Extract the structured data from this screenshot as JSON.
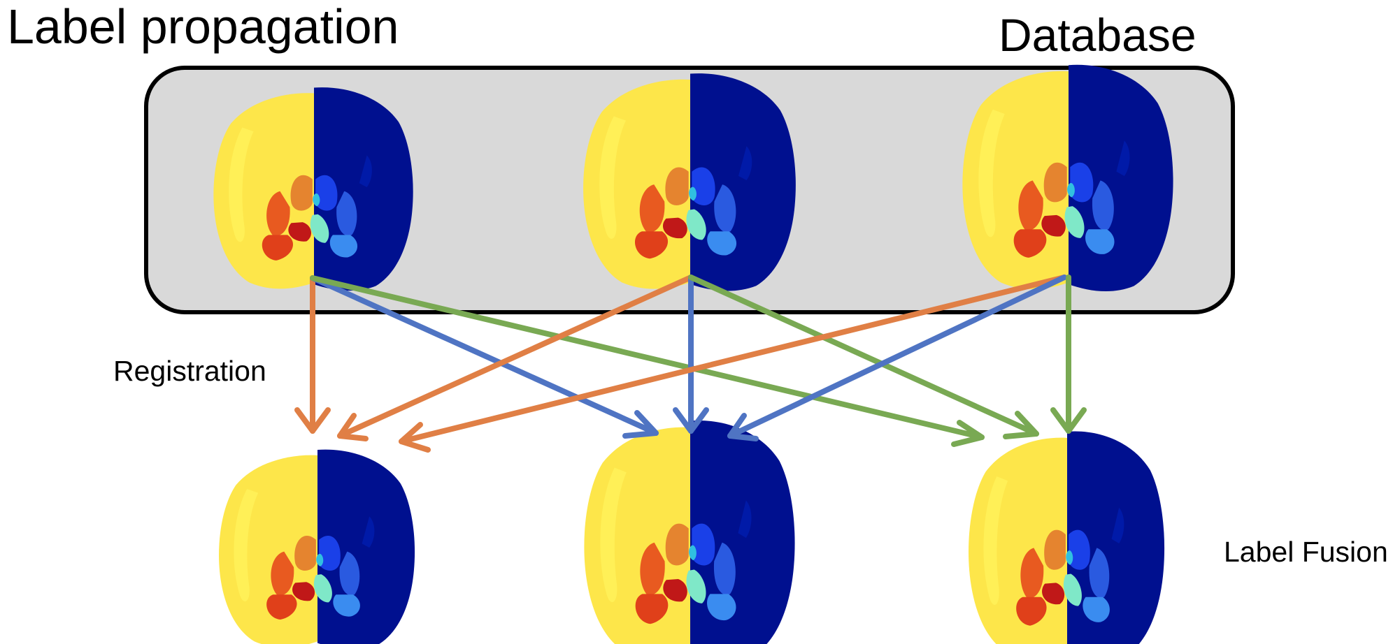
{
  "title": "Label propagation",
  "database_label": "Database",
  "registration_label": "Registration",
  "fusion_label": "Label Fusion",
  "colors": {
    "box_fill": "#d9d9d9",
    "arrow_orange": "#e07f45",
    "arrow_blue": "#4f74c3",
    "arrow_green": "#79a953",
    "left_hemisphere": "#fde64a",
    "right_hemisphere": "#00108f"
  }
}
